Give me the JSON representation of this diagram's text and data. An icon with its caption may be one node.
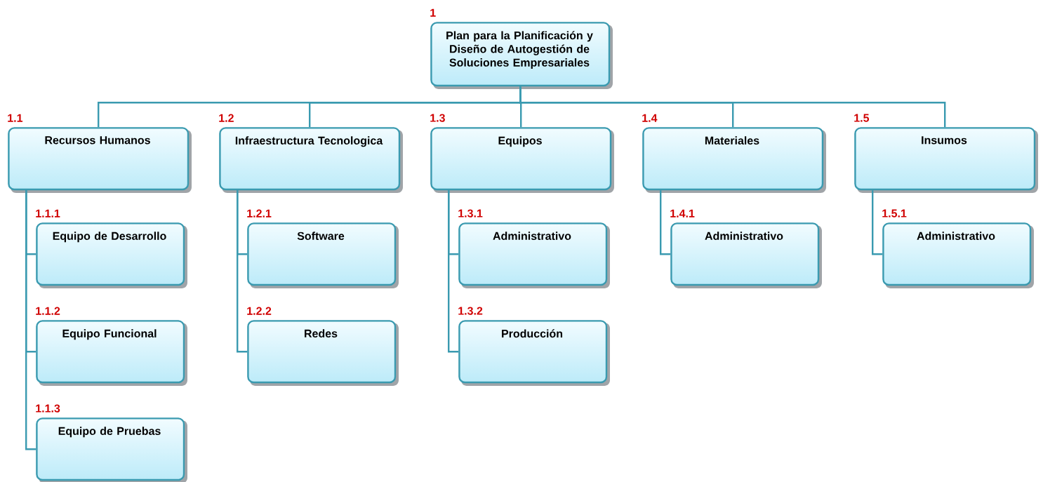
{
  "diagram": {
    "nodes": [
      {
        "text": [
          "Plan para la Planificación y Diseño de Autogestión de Soluciones Empresariales"
        ],
        "beside": [
          "1"
        ]
      },
      {
        "text": [
          "Recursos Humanos"
        ],
        "beside": [
          "1.1"
        ]
      },
      {
        "text": [
          "Infraestructura Tecnologica"
        ],
        "beside": [
          "1.2"
        ]
      },
      {
        "text": [
          "Equipos"
        ],
        "beside": [
          "1.3"
        ]
      },
      {
        "text": [
          "Materiales"
        ],
        "beside": [
          "1.4"
        ]
      },
      {
        "text": [
          "Insumos"
        ],
        "beside": [
          "1.5"
        ]
      },
      {
        "text": [
          "Equipo de Desarrollo"
        ],
        "beside": [
          "1.1.1"
        ]
      },
      {
        "text": [
          "Software"
        ],
        "beside": [
          "1.2.1"
        ]
      },
      {
        "text": [
          "Administrativo"
        ],
        "beside": [
          "1.3.1"
        ]
      },
      {
        "text": [
          "Administrativo"
        ],
        "beside": [
          "1.4.1"
        ]
      },
      {
        "text": [
          "Administrativo"
        ],
        "beside": [
          "1.5.1"
        ]
      },
      {
        "text": [
          "Equipo Funcional"
        ],
        "beside": [
          "1.1.2"
        ]
      },
      {
        "text": [
          "Redes"
        ],
        "beside": [
          "1.2.2"
        ]
      },
      {
        "text": [
          "Producción"
        ],
        "beside": [
          "1.3.2"
        ]
      },
      {
        "text": [
          "Equipo de Pruebas"
        ],
        "beside": [
          "1.1.3"
        ]
      }
    ],
    "edges": [
      {
        "from": 0,
        "to": 1,
        "arrow": "none"
      },
      {
        "from": 0,
        "to": 2,
        "arrow": "none"
      },
      {
        "from": 0,
        "to": 3,
        "arrow": "none"
      },
      {
        "from": 0,
        "to": 4,
        "arrow": "none"
      },
      {
        "from": 0,
        "to": 5,
        "arrow": "none"
      },
      {
        "from": 1,
        "to": 6,
        "arrow": "none"
      },
      {
        "from": 1,
        "to": 11,
        "arrow": "none"
      },
      {
        "from": 1,
        "to": 14,
        "arrow": "none"
      },
      {
        "from": 2,
        "to": 7,
        "arrow": "none"
      },
      {
        "from": 2,
        "to": 12,
        "arrow": "none"
      },
      {
        "from": 3,
        "to": 8,
        "arrow": "none"
      },
      {
        "from": 3,
        "to": 13,
        "arrow": "none"
      },
      {
        "from": 4,
        "to": 9,
        "arrow": "none"
      },
      {
        "from": 5,
        "to": 10,
        "arrow": "none"
      }
    ]
  }
}
